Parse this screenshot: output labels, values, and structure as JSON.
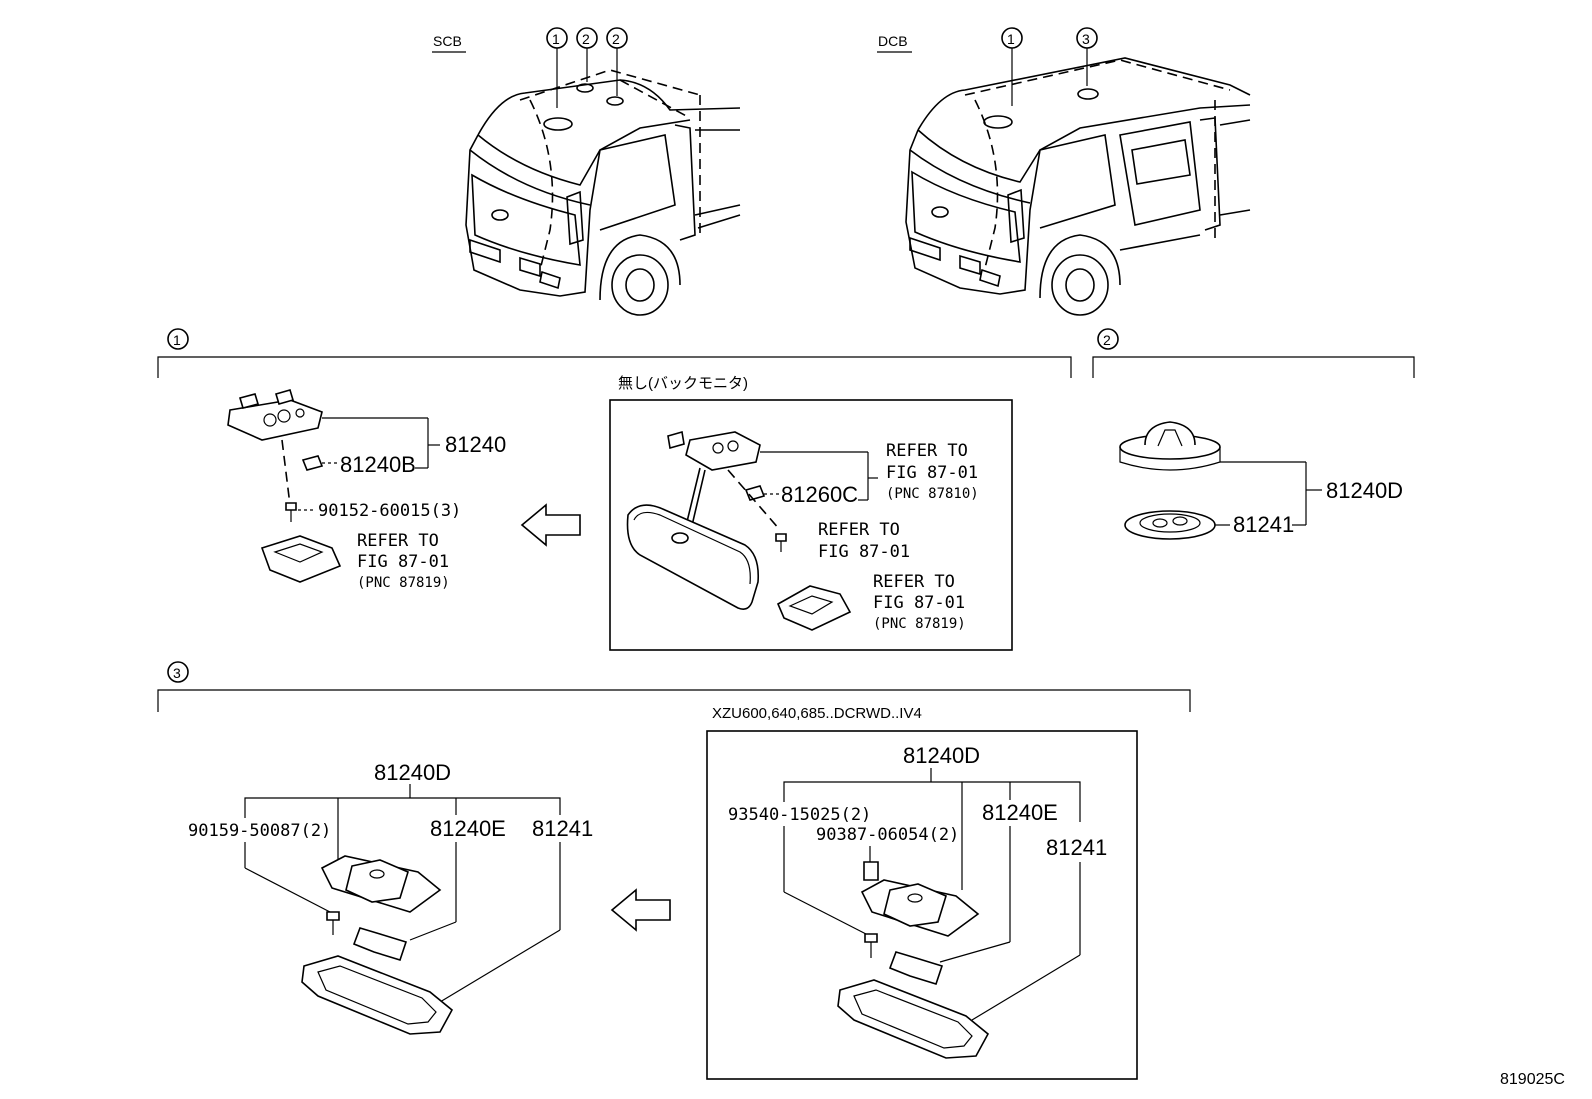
{
  "top": {
    "scb_label": "SCB",
    "dcb_label": "DCB",
    "callouts_scb": [
      "1",
      "2",
      "2"
    ],
    "callouts_dcb": [
      "1",
      "3"
    ]
  },
  "section1": {
    "marker": "1",
    "part_81240": "81240",
    "part_81240B": "81240B",
    "part_screw": "90152-60015(3)",
    "refer_line1": "REFER TO",
    "refer_line2": "FIG 87-01",
    "refer_line3": "(PNC 87819)"
  },
  "inset1": {
    "title": "無し(バックモニタ)",
    "part_81260C": "81260C",
    "refer_a_1": "REFER TO",
    "refer_a_2": "FIG 87-01",
    "refer_a_3": "(PNC 87810)",
    "refer_b_1": "REFER TO",
    "refer_b_2": "FIG 87-01",
    "refer_c_1": "REFER TO",
    "refer_c_2": "FIG 87-01",
    "refer_c_3": "(PNC 87819)"
  },
  "section2": {
    "marker": "2",
    "part_81240D": "81240D",
    "part_81241": "81241"
  },
  "section3": {
    "marker": "3",
    "part_81240D": "81240D",
    "part_screw": "90159-50087(2)",
    "part_81240E": "81240E",
    "part_81241": "81241"
  },
  "inset3": {
    "title": "XZU600,640,685..DCRWD..IV4",
    "part_81240D": "81240D",
    "part_screw": "93540-15025(2)",
    "part_nut": "90387-06054(2)",
    "part_81240E": "81240E",
    "part_81241": "81241"
  },
  "figure_code": "819025C"
}
